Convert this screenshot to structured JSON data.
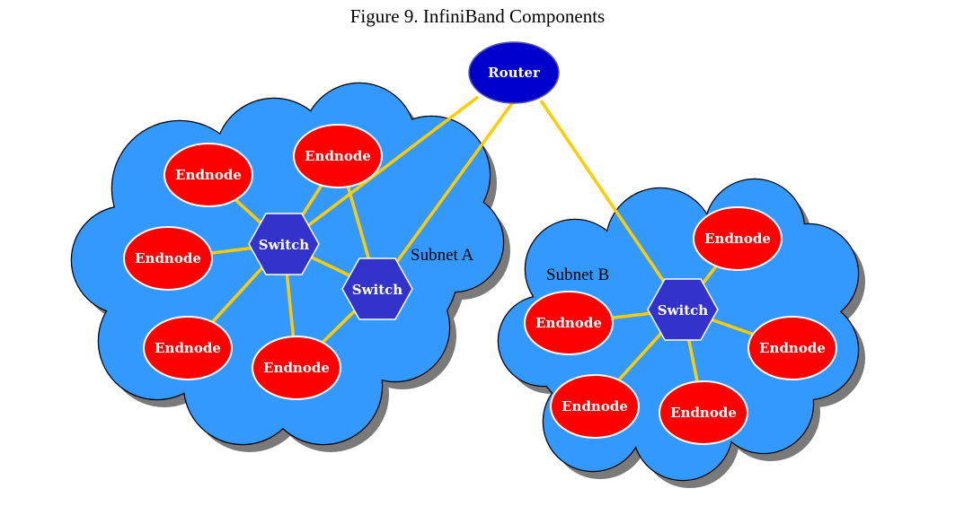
{
  "title": "Figure 9. InfiniBand Components",
  "colors": {
    "cloud_fill": "#3399ff",
    "cloud_shadow": "#7a7a7a",
    "endnode_fill": "#ff0000",
    "switch_fill": "#3333cc",
    "router_fill": "#0000cc",
    "link": "#ffcc00"
  },
  "router": {
    "label": "Router"
  },
  "subnet_a": {
    "label": "Subnet A",
    "switches": [
      "Switch",
      "Switch"
    ],
    "endnodes": [
      "Endnode",
      "Endnode",
      "Endnode",
      "Endnode",
      "Endnode"
    ]
  },
  "subnet_b": {
    "label": "Subnet B",
    "switches": [
      "Switch"
    ],
    "endnodes": [
      "Endnode",
      "Endnode",
      "Endnode",
      "Endnode",
      "Endnode"
    ]
  }
}
